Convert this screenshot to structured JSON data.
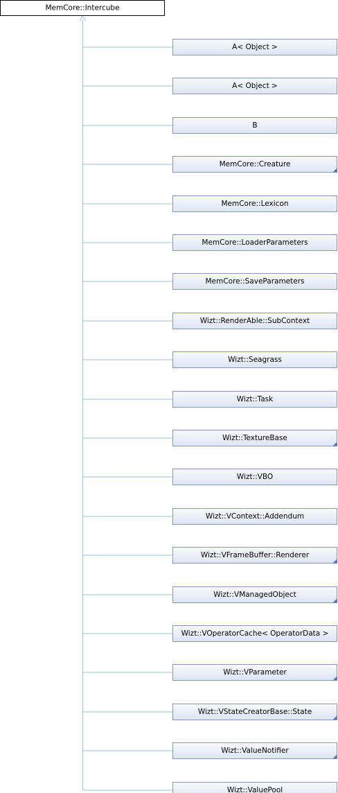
{
  "colors": {
    "base_fill": "#ffffff",
    "base_border": "#000000",
    "node_fill_top": "#f8fafc",
    "node_fill_bottom": "#dde6f4",
    "node_border": "#8796b8",
    "link": "#9ac3dd",
    "corner_marker": "#4a74c0"
  },
  "base_class": {
    "label": "MemCore::Intercube"
  },
  "derived_classes": [
    {
      "label": "A< Object >",
      "has_more": false
    },
    {
      "label": "A< Object >",
      "has_more": false
    },
    {
      "label": "B",
      "has_more": false
    },
    {
      "label": "MemCore::Creature",
      "has_more": true
    },
    {
      "label": "MemCore::Lexicon",
      "has_more": false
    },
    {
      "label": "MemCore::LoaderParameters",
      "has_more": false
    },
    {
      "label": "MemCore::SaveParameters",
      "has_more": false
    },
    {
      "label": "Wizt::RenderAble::SubContext",
      "has_more": false
    },
    {
      "label": "Wizt::Seagrass",
      "has_more": false
    },
    {
      "label": "Wizt::Task",
      "has_more": false
    },
    {
      "label": "Wizt::TextureBase",
      "has_more": true
    },
    {
      "label": "Wizt::VBO",
      "has_more": false
    },
    {
      "label": "Wizt::VContext::Addendum",
      "has_more": false
    },
    {
      "label": "Wizt::VFrameBuffer::Renderer",
      "has_more": true
    },
    {
      "label": "Wizt::VManagedObject",
      "has_more": true
    },
    {
      "label": "Wizt::VOperatorCache< OperatorData >",
      "has_more": false
    },
    {
      "label": "Wizt::VParameter",
      "has_more": true
    },
    {
      "label": "Wizt::VStateCreatorBase::State",
      "has_more": true
    },
    {
      "label": "Wizt::ValueNotifier",
      "has_more": true
    },
    {
      "label": "Wizt::ValuePool",
      "has_more": false
    }
  ]
}
